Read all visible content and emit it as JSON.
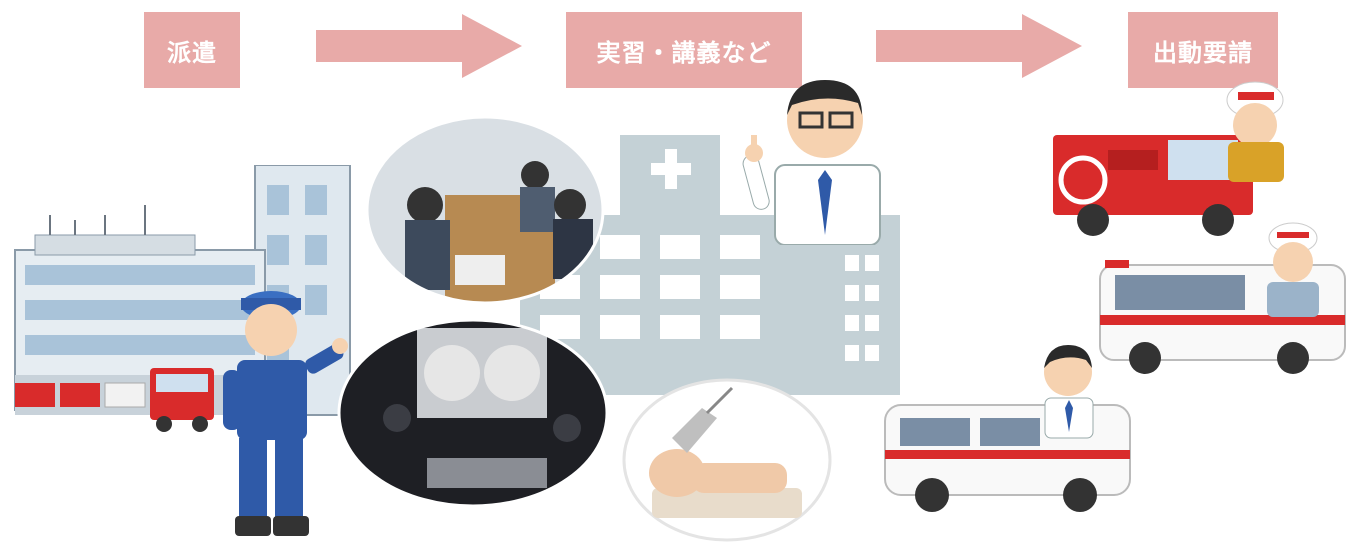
{
  "steps": [
    {
      "label": "派遣"
    },
    {
      "label": "実習・講義など"
    },
    {
      "label": "出動要請"
    }
  ],
  "colors": {
    "step_box": "#e8aaa8",
    "arrow": "#e8aaa8",
    "hospital": "#c4d1d6",
    "fire_red": "#d92b2b",
    "uniform_blue": "#2f5aa8"
  },
  "icons": [
    "fire-station-building-icon",
    "fire-truck-icon",
    "firefighter-officer-icon",
    "lecture-photo",
    "training-photo",
    "hospital-building-icon",
    "doctor-icon",
    "cpr-manikin-icon",
    "pump-engine-icon",
    "ambulance-icon",
    "doctor-car-icon"
  ]
}
